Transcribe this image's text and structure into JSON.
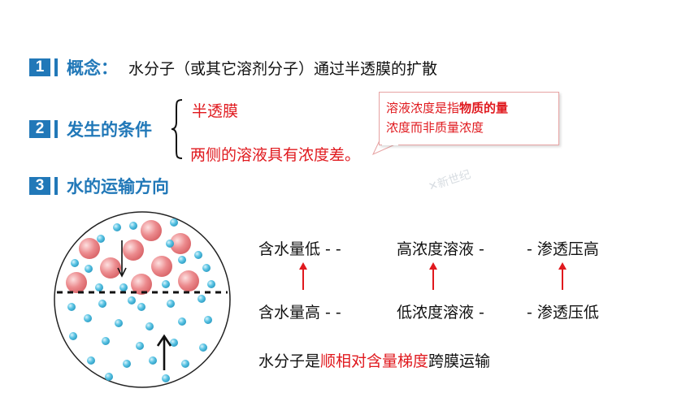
{
  "sections": [
    {
      "num": "1",
      "title": "概念：",
      "text": "水分子（或其它溶剂分子）通过半透膜的扩散"
    },
    {
      "num": "2",
      "title": "发生的条件",
      "conditions": [
        "半透膜",
        "两侧的溶液具有浓度差。"
      ]
    },
    {
      "num": "3",
      "title": "水的运输方向"
    }
  ],
  "callout": {
    "line1_prefix": "溶液浓度是指",
    "line1_bold": "物质的量",
    "line2": "浓度而非质量浓度"
  },
  "watermark": "新世纪",
  "table": {
    "top": [
      "含水量低 -  -",
      "高浓度溶液 -",
      "- 渗透压高"
    ],
    "bottom": [
      "含水量高 -  -",
      "低浓度溶液 -",
      "- 渗透压低"
    ]
  },
  "summary": {
    "prefix": "水分子是",
    "highlight": "顺相对含量梯度",
    "suffix": "跨膜运输"
  },
  "colors": {
    "accent": "#2178b8",
    "red": "#e0191e",
    "molecule": "#5bc4e4",
    "solute": "#e88487"
  }
}
